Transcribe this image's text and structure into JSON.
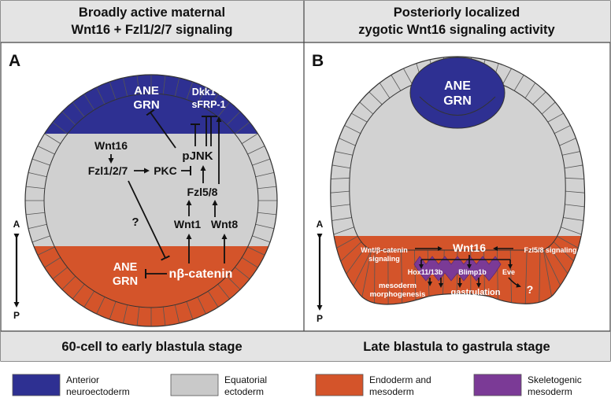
{
  "panel_a": {
    "header_line1": "Broadly active maternal",
    "header_line2": "Wnt16 + Fzl1/2/7 signaling",
    "letter": "A",
    "stage_label": "60-cell to early blastula stage",
    "labels": {
      "ane_grn_top_1": "ANE",
      "ane_grn_top_2": "GRN",
      "dkk1_1": "Dkk1 &",
      "dkk1_2": "sFRP-1",
      "pjnk": "pJNK",
      "wnt16": "Wnt16",
      "fzl127": "Fzl1/2/7",
      "pkc": "PKC",
      "fzl58": "Fzl5/8",
      "question": "?",
      "wnt1": "Wnt1",
      "wnt8": "Wnt8",
      "ane_grn_bottom_1": "ANE",
      "ane_grn_bottom_2": "GRN",
      "nbeta": "nβ-catenin"
    },
    "axis_a": "A",
    "axis_p": "P"
  },
  "panel_b": {
    "header_line1": "Posteriorly localized",
    "header_line2": "zygotic Wnt16 signaling activity",
    "letter": "B",
    "stage_label": "Late blastula to gastrula stage",
    "labels": {
      "ane": "ANE",
      "grn": "GRN",
      "wnt_beta_1": "Wnt/β-catenin",
      "wnt_beta_2": "signaling",
      "wnt16": "Wnt16",
      "fzl58_sig": "Fzl5/8 signaling",
      "hox": "Hox11/13b",
      "blimp": "Blimp1b",
      "eve": "Eve",
      "mesoderm_1": "mesoderm",
      "mesoderm_2": "morphogenesis",
      "gastrulation": "gastrulation",
      "question": "?"
    },
    "axis_a": "A",
    "axis_p": "P"
  },
  "legend": [
    {
      "color": "#2e3092",
      "line1": "Anterior",
      "line2": "neuroectoderm"
    },
    {
      "color": "#c9c9c9",
      "line1": "Equatorial",
      "line2": "ectoderm"
    },
    {
      "color": "#d4542a",
      "line1": "Endoderm and",
      "line2": "mesoderm"
    },
    {
      "color": "#7b3a96",
      "line1": "Skeletogenic",
      "line2": "mesoderm"
    }
  ],
  "colors": {
    "ane": "#2e3092",
    "ecto": "#c9c9c9",
    "endo": "#d4542a",
    "skel": "#7b3a96",
    "interior": "#d2d2d2",
    "panel_bg": "#e6e6e6"
  }
}
